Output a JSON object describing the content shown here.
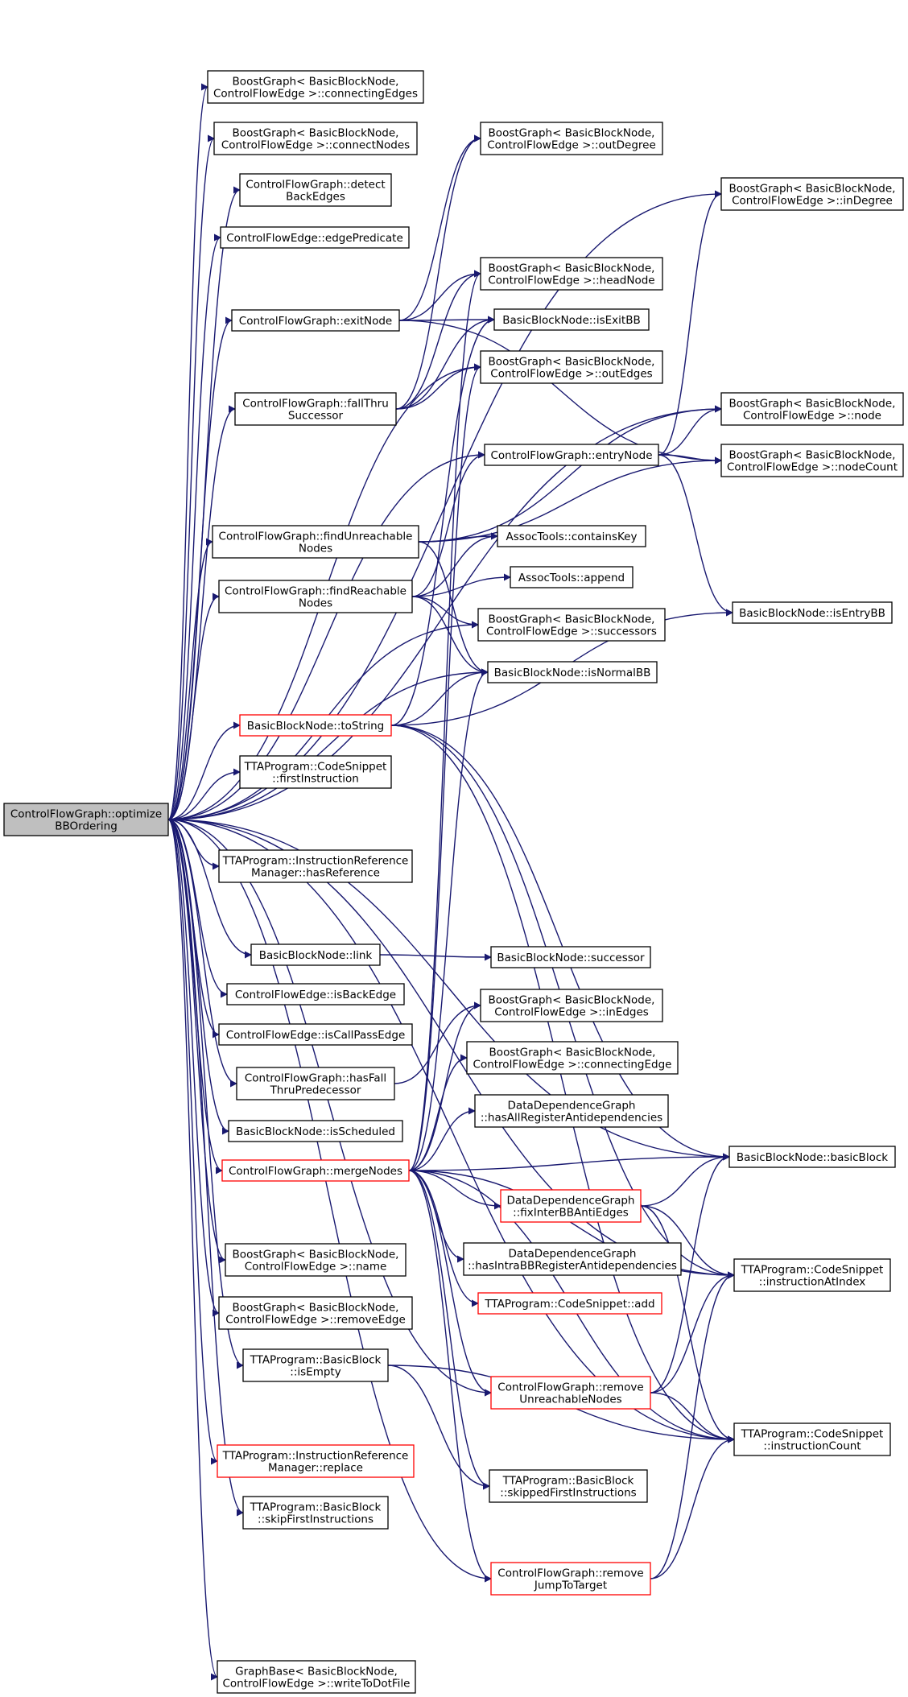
{
  "colors": {
    "edge": "#191970",
    "node_border": "#000000",
    "highlight_border": "#ff0000",
    "root_fill": "#bfbfbf"
  },
  "nodes": {
    "root": [
      "ControlFlowGraph::optimize",
      "BBOrdering"
    ],
    "connectingEdges": [
      "BoostGraph< BasicBlockNode,",
      "ControlFlowEdge >::connectingEdges"
    ],
    "connectNodes": [
      "BoostGraph< BasicBlockNode,",
      "ControlFlowEdge >::connectNodes"
    ],
    "detectBackEdges": [
      "ControlFlowGraph::detect",
      "BackEdges"
    ],
    "edgePredicate": [
      "ControlFlowEdge::edgePredicate"
    ],
    "exitNode": [
      "ControlFlowGraph::exitNode"
    ],
    "fallThruSuccessor": [
      "ControlFlowGraph::fallThru",
      "Successor"
    ],
    "findUnreachableNodes": [
      "ControlFlowGraph::findUnreachable",
      "Nodes"
    ],
    "findReachableNodes": [
      "ControlFlowGraph::findReachable",
      "Nodes"
    ],
    "toString": [
      "BasicBlockNode::toString"
    ],
    "firstInstruction": [
      "TTAProgram::CodeSnippet",
      "::firstInstruction"
    ],
    "hasReference": [
      "TTAProgram::InstructionReference",
      "Manager::hasReference"
    ],
    "link": [
      "BasicBlockNode::link"
    ],
    "isBackEdge": [
      "ControlFlowEdge::isBackEdge"
    ],
    "isCallPassEdge": [
      "ControlFlowEdge::isCallPassEdge"
    ],
    "hasFallThruPredecessor": [
      "ControlFlowGraph::hasFall",
      "ThruPredecessor"
    ],
    "isScheduled": [
      "BasicBlockNode::isScheduled"
    ],
    "mergeNodes": [
      "ControlFlowGraph::mergeNodes"
    ],
    "graphName": [
      "BoostGraph< BasicBlockNode,",
      "ControlFlowEdge >::name"
    ],
    "removeEdge": [
      "BoostGraph< BasicBlockNode,",
      "ControlFlowEdge >::removeEdge"
    ],
    "isEmpty": [
      "TTAProgram::BasicBlock",
      "::isEmpty"
    ],
    "replace": [
      "TTAProgram::InstructionReference",
      "Manager::replace"
    ],
    "skipFirstInstructions": [
      "TTAProgram::BasicBlock",
      "::skipFirstInstructions"
    ],
    "writeToDotFile": [
      "GraphBase< BasicBlockNode,",
      "ControlFlowEdge >::writeToDotFile"
    ],
    "outDegree": [
      "BoostGraph< BasicBlockNode,",
      "ControlFlowEdge >::outDegree"
    ],
    "headNode": [
      "BoostGraph< BasicBlockNode,",
      "ControlFlowEdge >::headNode"
    ],
    "isExitBB": [
      "BasicBlockNode::isExitBB"
    ],
    "outEdges": [
      "BoostGraph< BasicBlockNode,",
      "ControlFlowEdge >::outEdges"
    ],
    "entryNode": [
      "ControlFlowGraph::entryNode"
    ],
    "containsKey": [
      "AssocTools::containsKey"
    ],
    "append": [
      "AssocTools::append"
    ],
    "successors": [
      "BoostGraph< BasicBlockNode,",
      "ControlFlowEdge >::successors"
    ],
    "isNormalBB": [
      "BasicBlockNode::isNormalBB"
    ],
    "successor": [
      "BasicBlockNode::successor"
    ],
    "inEdges": [
      "BoostGraph< BasicBlockNode,",
      "ControlFlowEdge >::inEdges"
    ],
    "connectingEdge": [
      "BoostGraph< BasicBlockNode,",
      "ControlFlowEdge >::connectingEdge"
    ],
    "hasAllRegisterAntidependencies": [
      "DataDependenceGraph",
      "::hasAllRegisterAntidependencies"
    ],
    "fixInterBBAntiEdges": [
      "DataDependenceGraph",
      "::fixInterBBAntiEdges"
    ],
    "hasIntraBBRegisterAntidependencies": [
      "DataDependenceGraph",
      "::hasIntraBBRegisterAntidependencies"
    ],
    "codeSnippetAdd": [
      "TTAProgram::CodeSnippet::add"
    ],
    "removeUnreachableNodes": [
      "ControlFlowGraph::remove",
      "UnreachableNodes"
    ],
    "skippedFirstInstructions": [
      "TTAProgram::BasicBlock",
      "::skippedFirstInstructions"
    ],
    "removeJumpToTarget": [
      "ControlFlowGraph::remove",
      "JumpToTarget"
    ],
    "inDegree": [
      "BoostGraph< BasicBlockNode,",
      "ControlFlowEdge >::inDegree"
    ],
    "graphNode": [
      "BoostGraph< BasicBlockNode,",
      "ControlFlowEdge >::node"
    ],
    "nodeCount": [
      "BoostGraph< BasicBlockNode,",
      "ControlFlowEdge >::nodeCount"
    ],
    "isEntryBB": [
      "BasicBlockNode::isEntryBB"
    ],
    "basicBlock": [
      "BasicBlockNode::basicBlock"
    ],
    "instructionAtIndex": [
      "TTAProgram::CodeSnippet",
      "::instructionAtIndex"
    ],
    "instructionCount": [
      "TTAProgram::CodeSnippet",
      "::instructionCount"
    ]
  },
  "highlighted_nodes": [
    "toString",
    "mergeNodes",
    "replace",
    "fixInterBBAntiEdges",
    "codeSnippetAdd",
    "removeUnreachableNodes",
    "removeJumpToTarget"
  ],
  "edges": [
    [
      "root",
      "connectingEdges"
    ],
    [
      "root",
      "connectNodes"
    ],
    [
      "root",
      "detectBackEdges"
    ],
    [
      "root",
      "edgePredicate"
    ],
    [
      "root",
      "exitNode"
    ],
    [
      "root",
      "fallThruSuccessor"
    ],
    [
      "root",
      "findUnreachableNodes"
    ],
    [
      "root",
      "findReachableNodes"
    ],
    [
      "root",
      "toString"
    ],
    [
      "root",
      "firstInstruction"
    ],
    [
      "root",
      "hasReference"
    ],
    [
      "root",
      "link"
    ],
    [
      "root",
      "isBackEdge"
    ],
    [
      "root",
      "isCallPassEdge"
    ],
    [
      "root",
      "hasFallThruPredecessor"
    ],
    [
      "root",
      "isScheduled"
    ],
    [
      "root",
      "mergeNodes"
    ],
    [
      "root",
      "graphName"
    ],
    [
      "root",
      "removeEdge"
    ],
    [
      "root",
      "isEmpty"
    ],
    [
      "root",
      "replace"
    ],
    [
      "root",
      "skipFirstInstructions"
    ],
    [
      "root",
      "writeToDotFile"
    ],
    [
      "root",
      "inDegree"
    ],
    [
      "root",
      "entryNode"
    ],
    [
      "root",
      "isNormalBB"
    ],
    [
      "root",
      "successors"
    ],
    [
      "root",
      "basicBlock"
    ],
    [
      "root",
      "instructionAtIndex"
    ],
    [
      "root",
      "instructionCount"
    ],
    [
      "root",
      "removeUnreachableNodes"
    ],
    [
      "root",
      "removeJumpToTarget"
    ],
    [
      "root",
      "graphNode"
    ],
    [
      "root",
      "outEdges"
    ],
    [
      "exitNode",
      "outDegree"
    ],
    [
      "exitNode",
      "headNode"
    ],
    [
      "exitNode",
      "isExitBB"
    ],
    [
      "exitNode",
      "nodeCount"
    ],
    [
      "fallThruSuccessor",
      "outDegree"
    ],
    [
      "fallThruSuccessor",
      "headNode"
    ],
    [
      "fallThruSuccessor",
      "isExitBB"
    ],
    [
      "fallThruSuccessor",
      "outEdges"
    ],
    [
      "entryNode",
      "inDegree"
    ],
    [
      "entryNode",
      "graphNode"
    ],
    [
      "entryNode",
      "nodeCount"
    ],
    [
      "entryNode",
      "isEntryBB"
    ],
    [
      "findUnreachableNodes",
      "containsKey"
    ],
    [
      "findUnreachableNodes",
      "nodeCount"
    ],
    [
      "findUnreachableNodes",
      "graphNode"
    ],
    [
      "findUnreachableNodes",
      "isNormalBB"
    ],
    [
      "findReachableNodes",
      "containsKey"
    ],
    [
      "findReachableNodes",
      "append"
    ],
    [
      "findReachableNodes",
      "successors"
    ],
    [
      "findReachableNodes",
      "isNormalBB"
    ],
    [
      "findReachableNodes",
      "entryNode"
    ],
    [
      "toString",
      "isExitBB"
    ],
    [
      "toString",
      "isNormalBB"
    ],
    [
      "toString",
      "isEntryBB"
    ],
    [
      "toString",
      "basicBlock"
    ],
    [
      "toString",
      "instructionAtIndex"
    ],
    [
      "toString",
      "instructionCount"
    ],
    [
      "link",
      "successor"
    ],
    [
      "hasFallThruPredecessor",
      "inEdges"
    ],
    [
      "mergeNodes",
      "inEdges"
    ],
    [
      "mergeNodes",
      "connectingEdge"
    ],
    [
      "mergeNodes",
      "hasAllRegisterAntidependencies"
    ],
    [
      "mergeNodes",
      "basicBlock"
    ],
    [
      "mergeNodes",
      "fixInterBBAntiEdges"
    ],
    [
      "mergeNodes",
      "hasIntraBBRegisterAntidependencies"
    ],
    [
      "mergeNodes",
      "codeSnippetAdd"
    ],
    [
      "mergeNodes",
      "instructionAtIndex"
    ],
    [
      "mergeNodes",
      "instructionCount"
    ],
    [
      "mergeNodes",
      "removeUnreachableNodes"
    ],
    [
      "mergeNodes",
      "removeJumpToTarget"
    ],
    [
      "mergeNodes",
      "isNormalBB"
    ],
    [
      "mergeNodes",
      "headNode"
    ],
    [
      "mergeNodes",
      "outEdges"
    ],
    [
      "mergeNodes",
      "skippedFirstInstructions"
    ],
    [
      "fixInterBBAntiEdges",
      "basicBlock"
    ],
    [
      "fixInterBBAntiEdges",
      "instructionAtIndex"
    ],
    [
      "fixInterBBAntiEdges",
      "instructionCount"
    ],
    [
      "removeUnreachableNodes",
      "basicBlock"
    ],
    [
      "removeUnreachableNodes",
      "instructionAtIndex"
    ],
    [
      "removeUnreachableNodes",
      "instructionCount"
    ],
    [
      "removeJumpToTarget",
      "instructionAtIndex"
    ],
    [
      "removeJumpToTarget",
      "instructionCount"
    ],
    [
      "isEmpty",
      "skippedFirstInstructions"
    ],
    [
      "isEmpty",
      "instructionCount"
    ]
  ]
}
